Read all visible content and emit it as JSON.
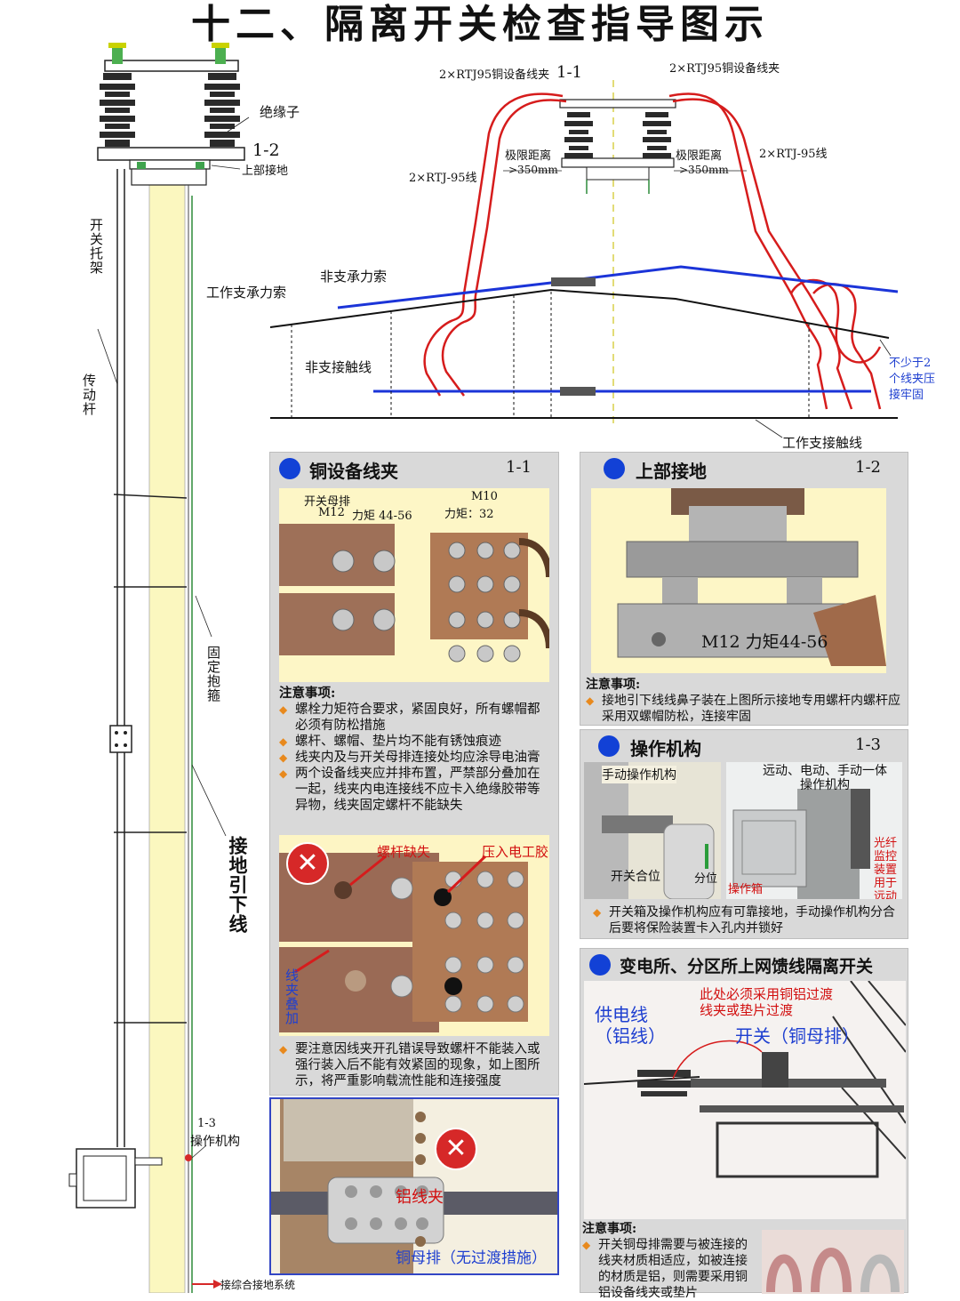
{
  "title": "十二、隔离开关检查指导图示",
  "pole": {
    "insulator": "绝缘子",
    "code_1_2": "1-2",
    "upper_ground": "上部接地",
    "switch_bracket": "开关托架",
    "drive_rod": "传动杆",
    "fixed_clamp": "固定抱箍",
    "ground_down_lead": "接地引下线",
    "code_1_3": "1-3",
    "operating_mechanism": "操作机构",
    "ground_system": "接综合接地系统"
  },
  "overview": {
    "clamp_left": "2×RTJ95铜设备线夹",
    "code_1_1": "1-1",
    "clamp_right": "2×RTJ95铜设备线夹",
    "limit_left": "极限距离",
    "limit_left_val": ">350mm",
    "limit_right": "极限距离",
    "limit_right_val": ">350mm",
    "wire_left": "2×RTJ-95线",
    "wire_right": "2×RTJ-95线",
    "non_catenary": "非支承力索",
    "work_catenary": "工作支承力索",
    "non_contact": "非支接触线",
    "work_contact": "工作支接触线",
    "clamp_note": "不少于2\n个线夹压\n接牢固"
  },
  "panel_1_1": {
    "title": "铜设备线夹",
    "code": "1-1",
    "label_busbar": "开关母排",
    "label_m12": "M12",
    "label_torque1": "力矩 44-56",
    "label_m10": "M10",
    "label_torque2": "力矩：32",
    "notes_head": "注意事项:",
    "notes": [
      "螺栓力矩符合要求，紧固良好，所有螺帽都必须有防松措施",
      "螺杆、螺帽、垫片均不能有锈蚀痕迹",
      "线夹内及与开关母排连接处均应涂导电油膏",
      "两个设备线夹应并排布置，严禁部分叠加在一起，线夹内电连接线不应卡入绝缘胶带等异物，线夹固定螺杆不能缺失"
    ],
    "err_bolt_missing": "螺杆缺失",
    "err_tape": "压入电工胶",
    "err_overlap": "线夹叠加",
    "note2": "要注意因线夹开孔错误导致螺杆不能装入或强行装入后不能有效紧固的现象，如上图所示，将严重影响载流性能和连接强度",
    "err_al_clamp": "铝线夹",
    "err_cu_bus": "铜母排（无过渡措施）"
  },
  "panel_1_2": {
    "title": "上部接地",
    "code": "1-2",
    "photo_label": "M12   力矩44-56",
    "notes_head": "注意事项:",
    "notes": [
      "接地引下线线鼻子装在上图所示接地专用螺杆内螺杆应采用双螺帽防松，连接牢固"
    ]
  },
  "panel_1_3": {
    "title": "操作机构",
    "code": "1-3",
    "manual": "手动操作机构",
    "combo": "远动、电动、手动一体操作机构",
    "closed": "开关合位",
    "open": "分位",
    "box": "操作箱",
    "fiber": "光纤监控装置用于远动",
    "notes": [
      "开关箱及操作机构应有可靠接地，手动操作机构分合后要将保险装置卡入孔内并锁好"
    ]
  },
  "panel_sub": {
    "title": "变电所、分区所上网馈线隔离开关",
    "transition": "此处必须采用铜铝过渡线夹或垫片过渡",
    "feeder": "供电线（铝线）",
    "switch": "开关（铜母排）",
    "notes_head": "注意事项:",
    "notes": [
      "开关铜母排需要与被连接的线夹材质相适应，如被连接的材质是铝，则需要采用铜铝设备线夹或垫片"
    ]
  },
  "colors": {
    "accent_blue": "#1241d6",
    "wire_red": "#d61c1c",
    "catenary_blue": "#1b34d8",
    "bullet": "#e8891d"
  }
}
